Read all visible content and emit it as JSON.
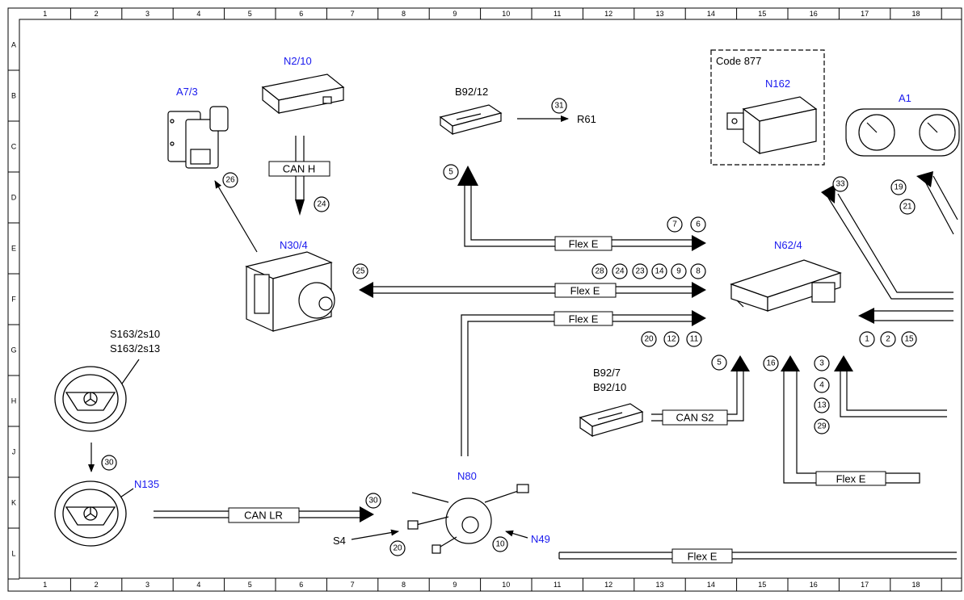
{
  "grid": {
    "columns": [
      "1",
      "2",
      "3",
      "4",
      "5",
      "6",
      "7",
      "8",
      "9",
      "10",
      "11",
      "12",
      "13",
      "14",
      "15",
      "16",
      "17",
      "18"
    ],
    "rows": [
      "A",
      "B",
      "C",
      "D",
      "E",
      "F",
      "G",
      "H",
      "J",
      "K",
      "L"
    ]
  },
  "components": {
    "a7_3": "A7/3",
    "n2_10": "N2/10",
    "b92_12": "B92/12",
    "r61": "R61",
    "code877": "Code 877",
    "n162": "N162",
    "a1": "A1",
    "n30_4": "N30/4",
    "n62_4": "N62/4",
    "s163_a": "S163/2s10",
    "s163_b": "S163/2s13",
    "n135": "N135",
    "b92_7": "B92/7",
    "b92_10": "B92/10",
    "n80": "N80",
    "s4": "S4",
    "n49": "N49"
  },
  "buses": {
    "can_h": "CAN H",
    "can_lr": "CAN LR",
    "can_s2": "CAN S2",
    "flex_top": "Flex E",
    "flex_mid": "Flex E",
    "flex_low": "Flex E",
    "flex_n62": "Flex E",
    "flex_bottom": "Flex E"
  },
  "numbers": {
    "n26": "26",
    "n24a": "24",
    "n31": "31",
    "n5a": "5",
    "n7": "7",
    "n6": "6",
    "n33": "33",
    "n19": "19",
    "n21": "21",
    "n25": "25",
    "n28": "28",
    "n24b": "24",
    "n23": "23",
    "n14": "14",
    "n9": "9",
    "n8": "8",
    "n20a": "20",
    "n12": "12",
    "n11": "11",
    "n1": "1",
    "n2": "2",
    "n15": "15",
    "n5b": "5",
    "n16": "16",
    "n3": "3",
    "n4": "4",
    "n13": "13",
    "n29": "29",
    "n30a": "30",
    "n30b": "30",
    "n20b": "20",
    "n10": "10"
  }
}
